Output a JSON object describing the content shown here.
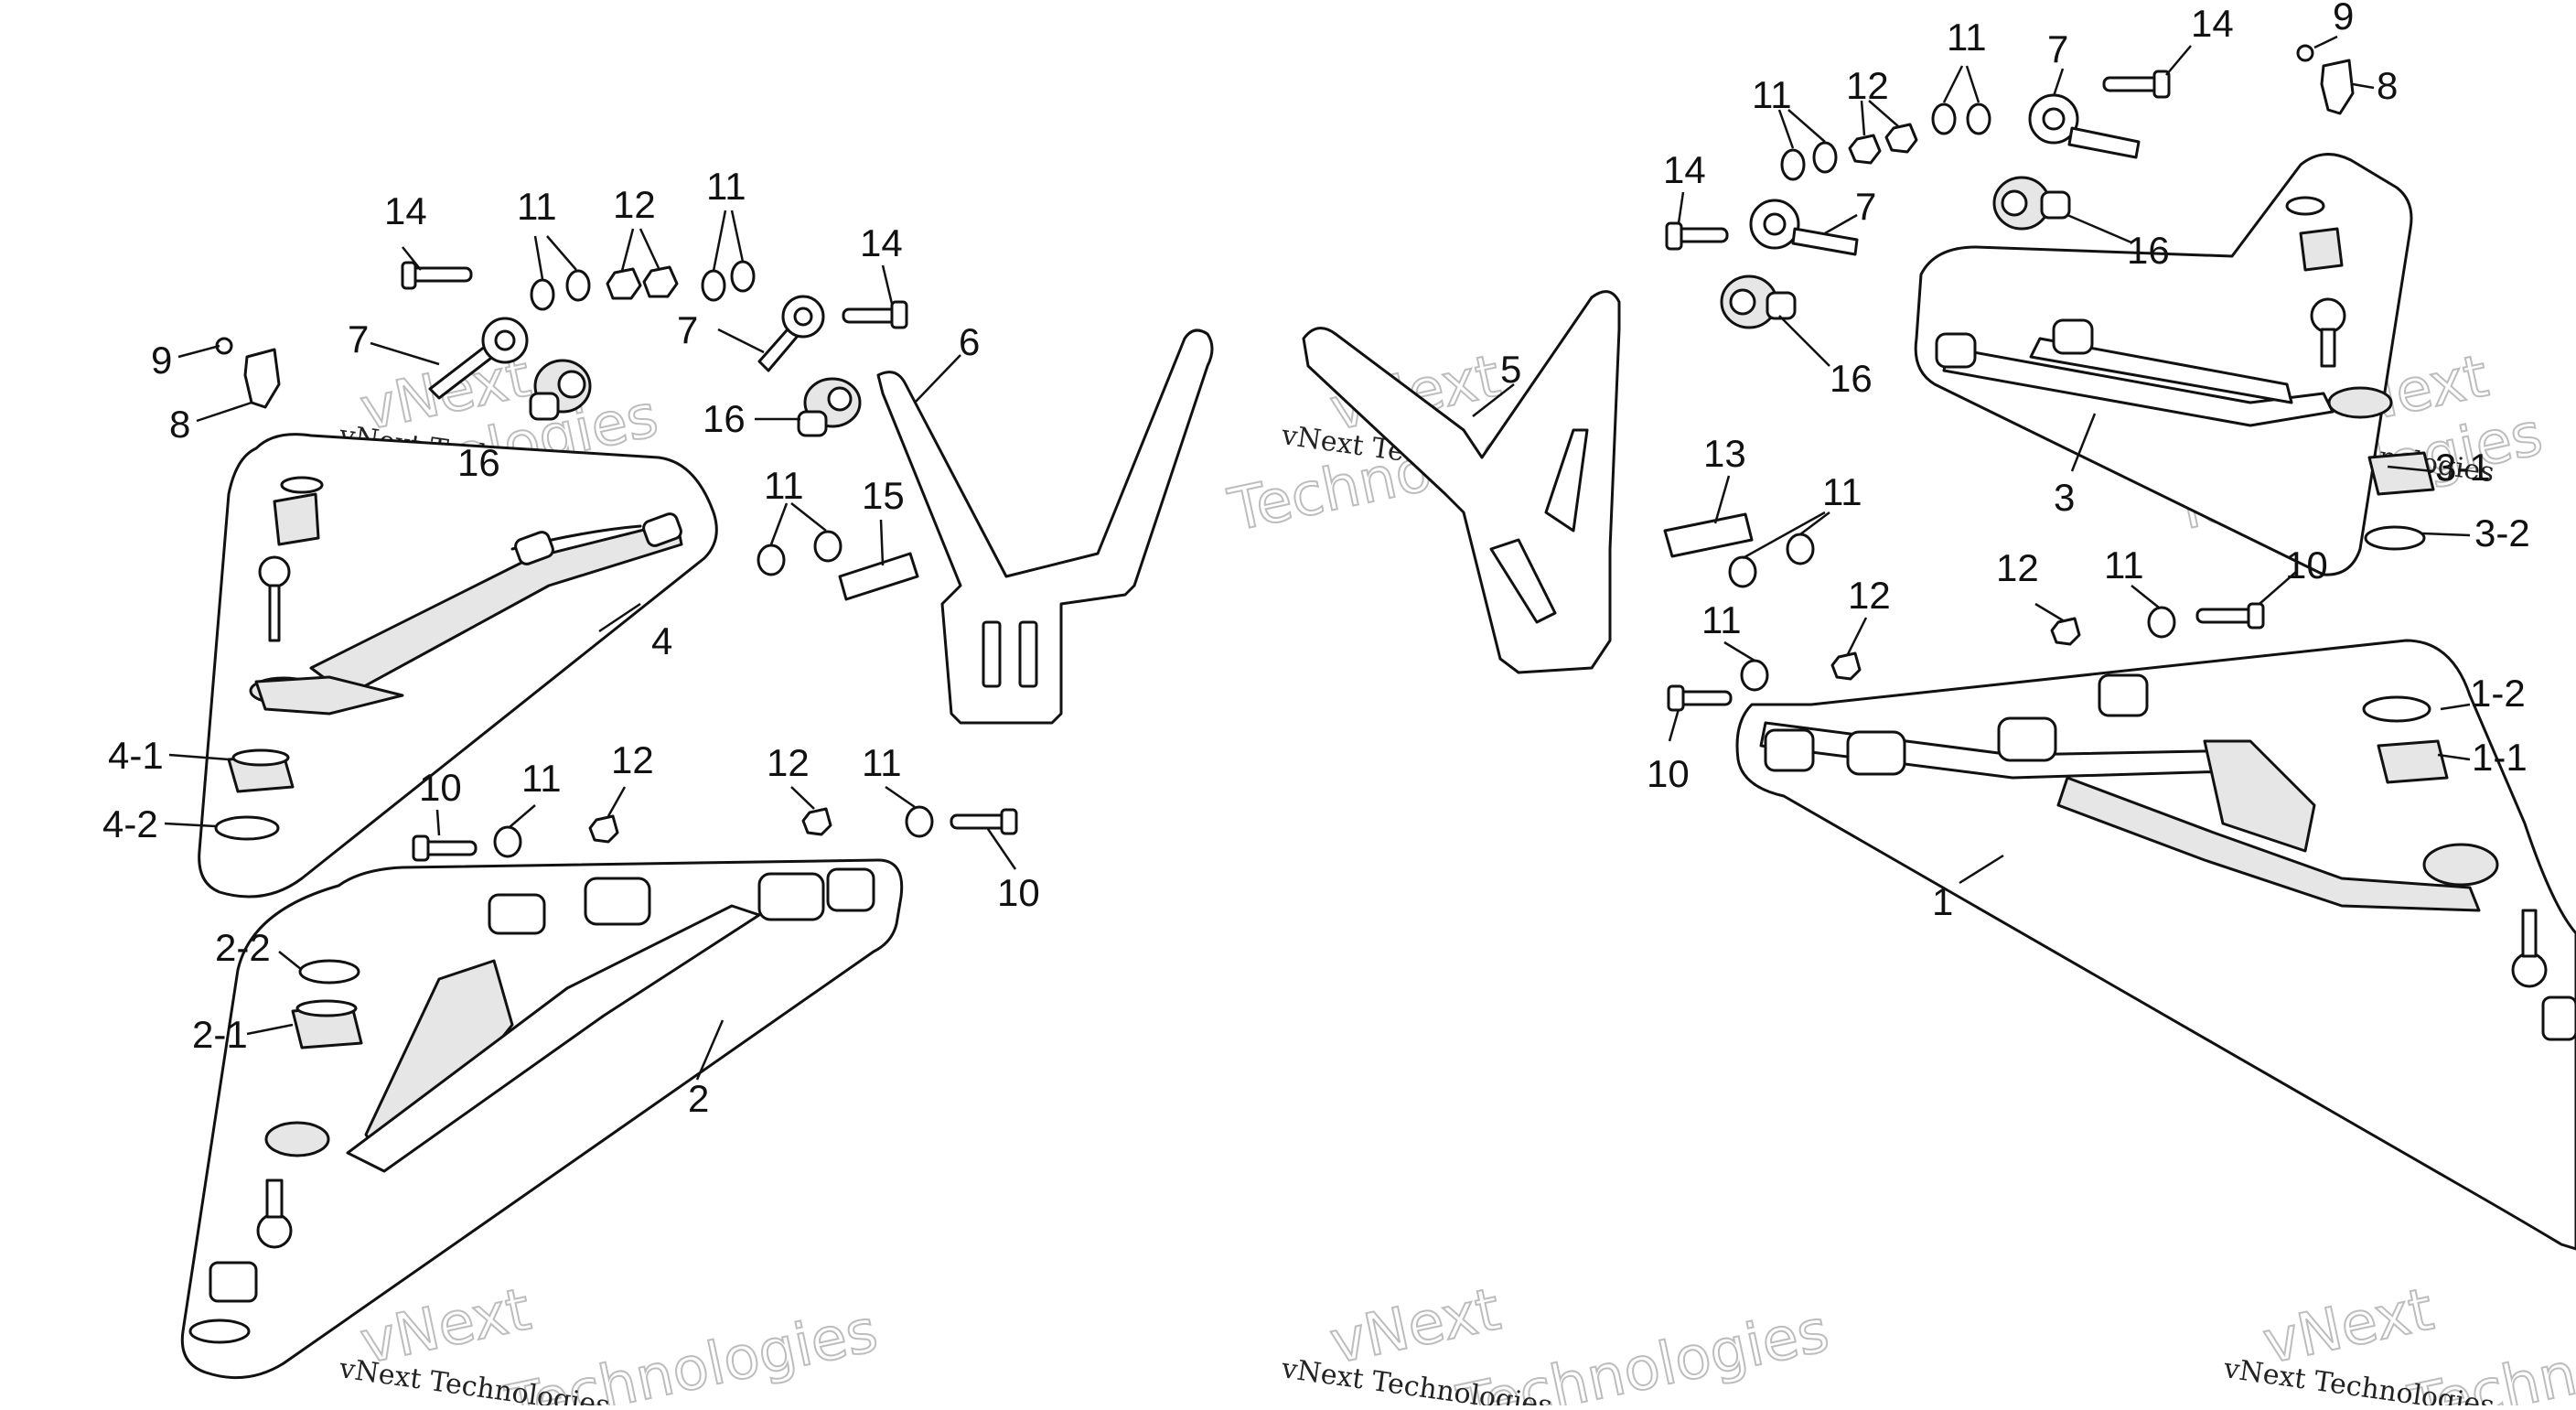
{
  "watermark": {
    "small": "vNext Technologies",
    "big_line1": "vNext",
    "big_line2": "Technologies"
  },
  "callouts": {
    "c14a": "14",
    "c11a": "11",
    "c12a": "12",
    "c11b": "11",
    "c9a": "9",
    "c7a": "7",
    "c8a": "8",
    "c16a": "16",
    "c7b": "7",
    "c14b": "14",
    "c16b": "16",
    "c6": "6",
    "c4": "4",
    "c4_1": "4-1",
    "c4_2": "4-2",
    "c11c": "11",
    "c15": "15",
    "c10a": "10",
    "c11d": "11",
    "c12b": "12",
    "c12c": "12",
    "c11e": "11",
    "c10b": "10",
    "c2_2": "2-2",
    "c2_1": "2-1",
    "c2": "2",
    "c5": "5",
    "c11f": "11",
    "c12d": "12",
    "c11g": "11",
    "c7c": "7",
    "c14c": "14",
    "c9b": "9",
    "c8b": "8",
    "c14d": "14",
    "c7d": "7",
    "c16c": "16",
    "c16d": "16",
    "c3": "3",
    "c3_1": "3-1",
    "c3_2": "3-2",
    "c13": "13",
    "c11h": "11",
    "c11i": "11",
    "c12e": "12",
    "c12f": "12",
    "c11j": "11",
    "c10c": "10",
    "c10d": "10",
    "c1_2": "1-2",
    "c1_1": "1-1",
    "c1": "1"
  }
}
